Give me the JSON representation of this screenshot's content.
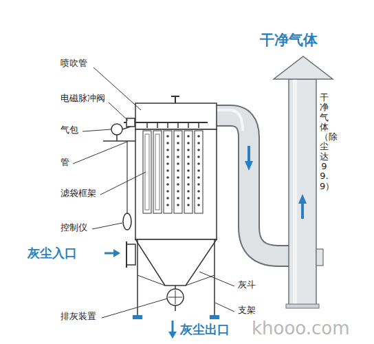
{
  "diagram": {
    "labels": [
      "干净气体",
      "喷吹管",
      "电磁脉冲阀",
      "气包",
      "管",
      "滤袋框架",
      "控制仪",
      "灰尘入口",
      "干净气体（除尘达99.9）",
      "灰斗",
      "排灰装置",
      "支架",
      "灰尘出口",
      "khooo.com"
    ]
  }
}
